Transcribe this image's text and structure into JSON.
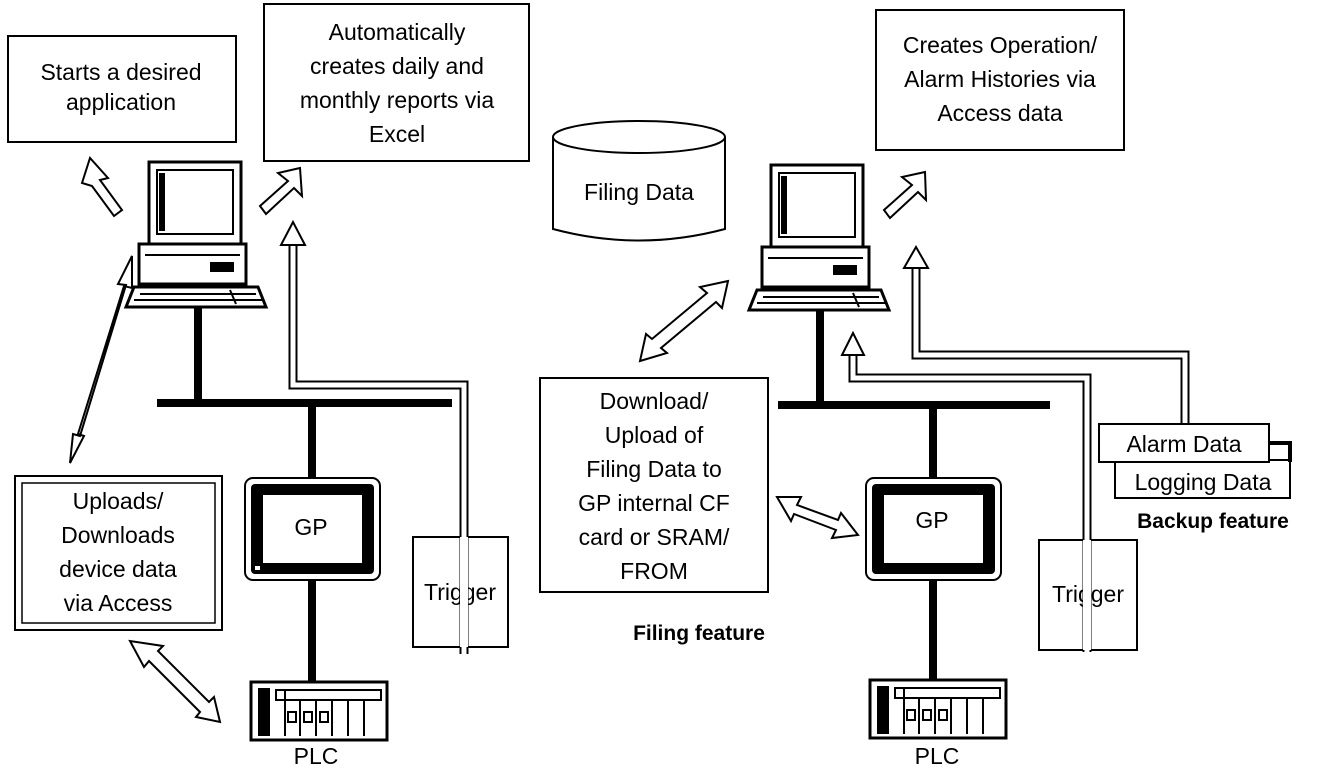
{
  "left": {
    "starts_app": [
      "Starts a desired",
      "application"
    ],
    "excel_reports": [
      "Automatically",
      "creates daily and",
      "monthly reports via",
      "Excel"
    ],
    "access_io": [
      "Uploads/",
      "Downloads",
      "device data",
      "via Access"
    ],
    "gp_label": "GP",
    "trigger_label": "Trigger",
    "plc_label": "PLC"
  },
  "right": {
    "histories": [
      "Creates Operation/",
      "Alarm Histories via",
      "Access data"
    ],
    "filing_data": "Filing Data",
    "download_upload": [
      "Download/",
      "Upload of",
      "Filing Data to",
      "GP internal CF",
      "card or SRAM/",
      "FROM"
    ],
    "filing_feature": "Filing feature",
    "alarm_data": "Alarm Data",
    "logging_data": "Logging Data",
    "backup_feature": "Backup feature",
    "gp_label": "GP",
    "trigger_label": "Trigger",
    "plc_label": "PLC"
  }
}
